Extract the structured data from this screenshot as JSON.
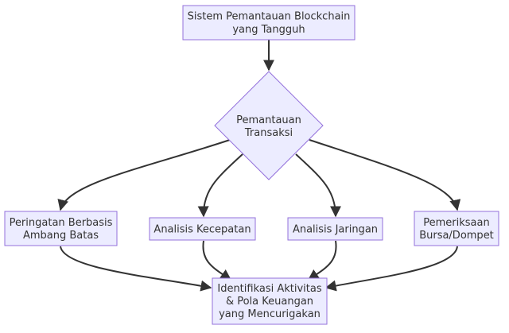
{
  "nodes": {
    "root": {
      "lines": [
        "Sistem Pemantauan Blockchain",
        "yang Tangguh"
      ]
    },
    "monitor": {
      "lines": [
        "Pemantauan",
        "Transaksi"
      ]
    },
    "threshold": {
      "lines": [
        "Peringatan Berbasis",
        "Ambang Batas"
      ]
    },
    "velocity": {
      "lines": [
        "Analisis Kecepatan"
      ]
    },
    "network": {
      "lines": [
        "Analisis Jaringan"
      ]
    },
    "exchange": {
      "lines": [
        "Pemeriksaan",
        "Bursa/Dompet"
      ]
    },
    "result": {
      "lines": [
        "Identifikasi Aktivitas",
        "& Pola Keuangan",
        "yang Mencurigakan"
      ]
    }
  }
}
